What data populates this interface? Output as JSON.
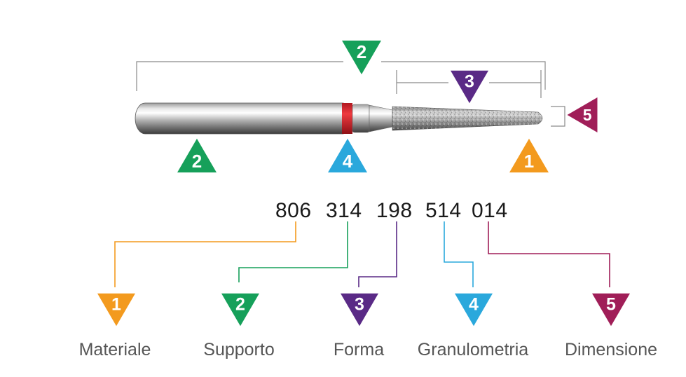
{
  "colors": {
    "orange": "#f39a1e",
    "green": "#16a05a",
    "purple": "#5a2a86",
    "blue": "#2aa8dc",
    "magenta": "#a01e58",
    "bracket": "#8a8a8a",
    "band": "#d8252f"
  },
  "burr_markers": {
    "top_bracket": "2",
    "head_bracket": "3",
    "tip_marker": "5",
    "shank": "2",
    "band": "4",
    "head": "1"
  },
  "code_groups": [
    "806",
    "314",
    "198",
    "514",
    "014"
  ],
  "categories": [
    {
      "number": "1",
      "label": "Materiale",
      "color": "orange"
    },
    {
      "number": "2",
      "label": "Supporto",
      "color": "green"
    },
    {
      "number": "3",
      "label": "Forma",
      "color": "purple"
    },
    {
      "number": "4",
      "label": "Granulometria",
      "color": "blue"
    },
    {
      "number": "5",
      "label": "Dimensione",
      "color": "magenta"
    }
  ]
}
